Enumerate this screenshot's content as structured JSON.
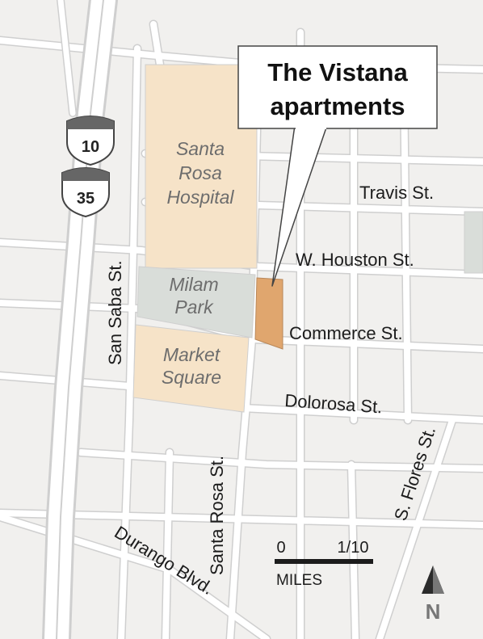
{
  "map": {
    "callout": {
      "line1": "The Vistana",
      "line2": "apartments"
    },
    "areas": {
      "hospital": [
        "Santa",
        "Rosa",
        "Hospital"
      ],
      "park": [
        "Milam",
        "Park"
      ],
      "market": [
        "Market",
        "Square"
      ]
    },
    "streets": {
      "travis": "Travis St.",
      "houston": "W. Houston St.",
      "commerce": "Commerce St.",
      "dolorosa": "Dolorosa St.",
      "flores": "S. Flores St.",
      "san_saba": "San Saba St.",
      "santa_rosa": "Santa Rosa St.",
      "durango": "Durango Blvd."
    },
    "highways": {
      "i10": "10",
      "i35": "35"
    },
    "scale": {
      "zero": "0",
      "tenth": "1/10",
      "unit": "MILES"
    },
    "north": "N",
    "colors": {
      "background": "#f1f0ee",
      "street": "#ffffff",
      "street_edge": "#cfcfcf",
      "hospital": "#f6e3c8",
      "park": "#d9ddd9",
      "market": "#f6e3c8",
      "vistana": "#e0a66e",
      "callout_border": "#444444"
    }
  }
}
